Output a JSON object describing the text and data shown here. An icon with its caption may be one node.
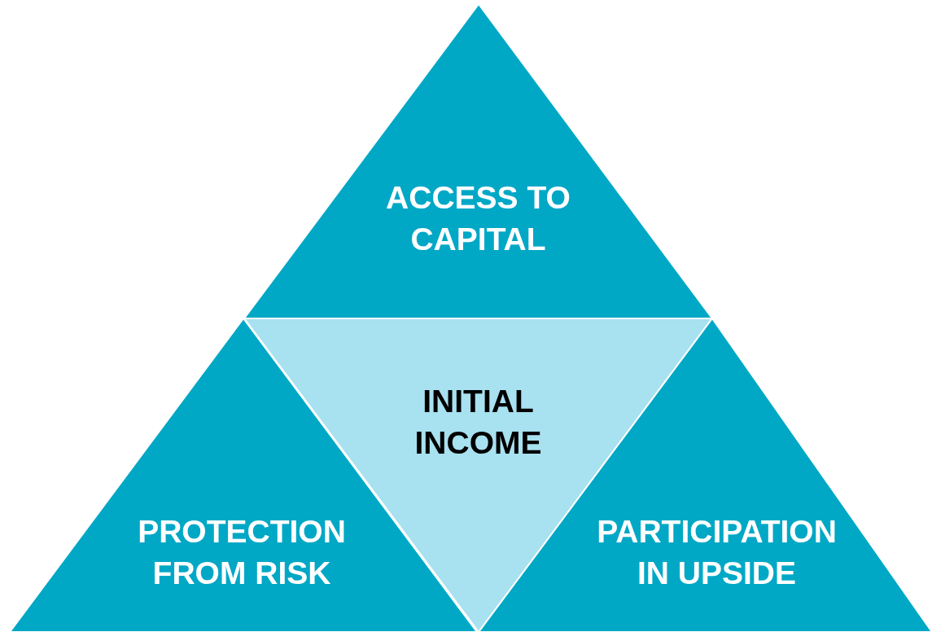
{
  "diagram": {
    "nodes": [
      {
        "text": [
          "ACCESS TO CAPITAL"
        ]
      },
      {
        "text": [
          "INITIAL INCOME"
        ]
      },
      {
        "text": [
          "PROTECTION FROM RISK"
        ]
      },
      {
        "text": [
          "PARTICIPATION IN UPSIDE"
        ]
      }
    ]
  }
}
